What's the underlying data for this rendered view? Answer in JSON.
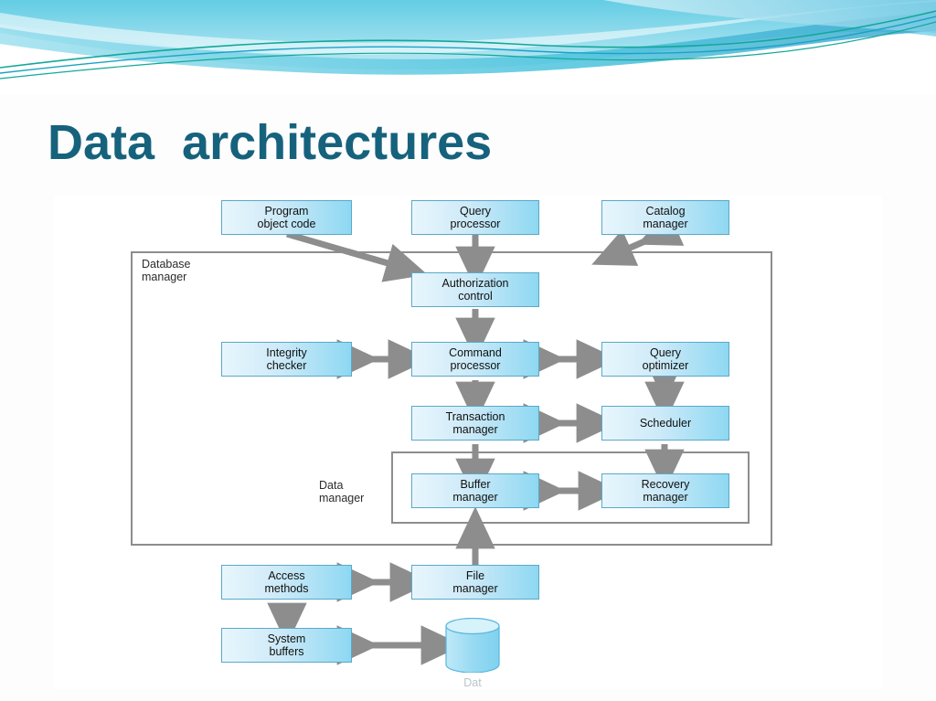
{
  "slide": {
    "title": "Data  architectures",
    "title_color": "#16627d",
    "background_color": "#fdfdfd"
  },
  "header_decoration": {
    "name": "wave-banner",
    "colors": [
      "#7ad3e8",
      "#41bcd8",
      "#00a99d",
      "#1aa3c4",
      "#b9e6f2",
      "#ffffff"
    ]
  },
  "diagram": {
    "name": "dbms-architecture-diagram",
    "box_fill_from": "#e8f6fc",
    "box_fill_to": "#8ed8f2",
    "box_border": "#5aa9c8",
    "arrow_color": "#8d8d8d",
    "group_border": "#8d8d8d",
    "groups": [
      {
        "id": "database-manager",
        "label": "Database\nmanager"
      },
      {
        "id": "data-manager",
        "label": "Data\nmanager"
      }
    ],
    "nodes": [
      {
        "id": "program-object-code",
        "label": "Program\nobject code"
      },
      {
        "id": "query-processor",
        "label": "Query\nprocessor"
      },
      {
        "id": "catalog-manager",
        "label": "Catalog\nmanager"
      },
      {
        "id": "authorization-control",
        "label": "Authorization\ncontrol"
      },
      {
        "id": "integrity-checker",
        "label": "Integrity\nchecker"
      },
      {
        "id": "command-processor",
        "label": "Command\nprocessor"
      },
      {
        "id": "query-optimizer",
        "label": "Query\noptimizer"
      },
      {
        "id": "transaction-manager",
        "label": "Transaction\nmanager"
      },
      {
        "id": "scheduler",
        "label": "Scheduler"
      },
      {
        "id": "buffer-manager",
        "label": "Buffer\nmanager"
      },
      {
        "id": "recovery-manager",
        "label": "Recovery\nmanager"
      },
      {
        "id": "access-methods",
        "label": "Access\nmethods"
      },
      {
        "id": "file-manager",
        "label": "File\nmanager"
      },
      {
        "id": "system-buffers",
        "label": "System\nbuffers"
      }
    ],
    "database_cylinder": {
      "id": "database-store",
      "caption": "Dat",
      "fill": "#9ad9f2"
    }
  }
}
